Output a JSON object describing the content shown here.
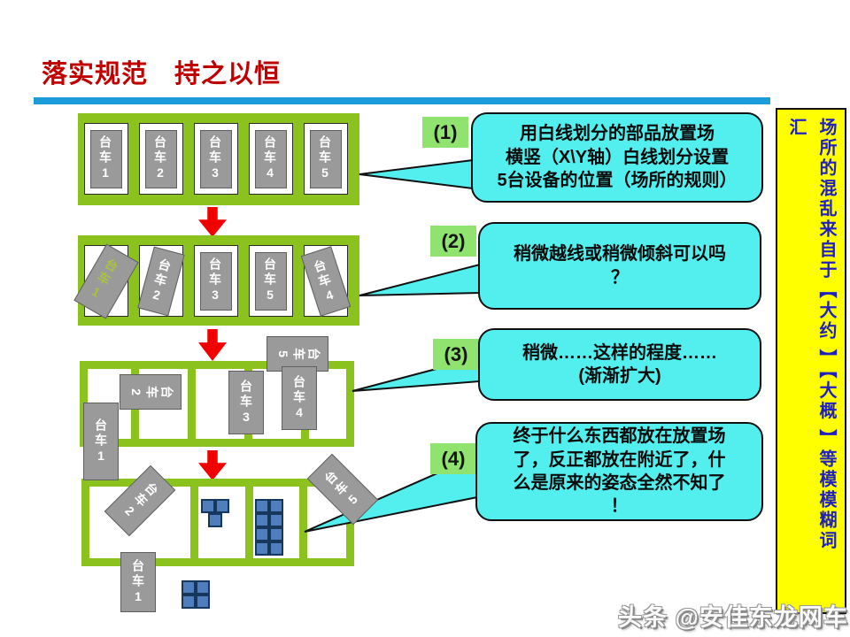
{
  "title": "落实规范　持之以恒",
  "colors": {
    "title_red": "#c00000",
    "divider_blue": "#1b9cd9",
    "area_green": "#8cc21d",
    "bubble_cyan": "#53efef",
    "label_green": "#8fe36e",
    "cart_gray": "#9a9a9a",
    "cart1_text_green": "#a9c23f",
    "arrow_red": "#f00000",
    "block_blue": "#4e7fbc",
    "sidebar_yellow": "#ffff00",
    "sidebar_text_blue": "#2121be"
  },
  "carts": {
    "d1": [
      "台车1",
      "台车2",
      "台车3",
      "台车4",
      "台车5"
    ],
    "d2": [
      "台车1",
      "台车2",
      "台车3",
      "台车5",
      "台车4"
    ],
    "d3": [
      "台车5",
      "台车2",
      "台车1",
      "台车3",
      "台车4"
    ],
    "d4": [
      "台车2",
      "台车5",
      "台车1"
    ]
  },
  "steps": [
    {
      "num": "(1)",
      "text": "用白线划分的部品放置场\n横竖（X\\Y轴）白线划分设置\n5台设备的位置（场所的规则）"
    },
    {
      "num": "(2)",
      "text": "稍微越线或稍微倾斜可以吗\n？"
    },
    {
      "num": "(3)",
      "text": "稍微……这样的程度……\n(渐渐扩大)"
    },
    {
      "num": "(4)",
      "text": "终于什么东西都放在放置场\n了，反正都放在附近了，什\n么是原来的姿态全然不知了\n！"
    }
  ],
  "sidebar": {
    "text_main": "场所的混乱来自于【大约 】【大概 】等模模糊词",
    "text_wrap": "汇"
  },
  "watermark": "头条 @安佳东龙网车"
}
